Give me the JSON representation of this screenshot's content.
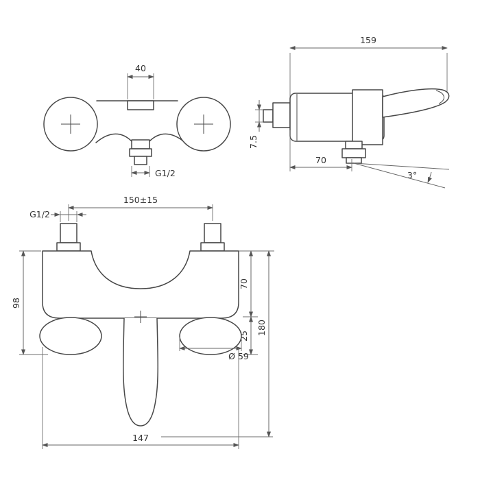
{
  "front_view": {
    "dim_cap_width": "40",
    "thread_label": "G1/2"
  },
  "side_view": {
    "dim_overall_length": "159",
    "dim_wall_offset": "7.5",
    "dim_outlet_offset": "70",
    "dim_spout_angle": "3°"
  },
  "bottom_view": {
    "dim_inlet_spacing": "150±15",
    "thread_label": "G1/2",
    "dim_body_height": "98",
    "dim_top_to_axis": "70",
    "dim_axis_to_nut": "25",
    "dim_overall_height": "180",
    "dim_nut_diameter": "Ø 59",
    "dim_body_width": "147"
  }
}
